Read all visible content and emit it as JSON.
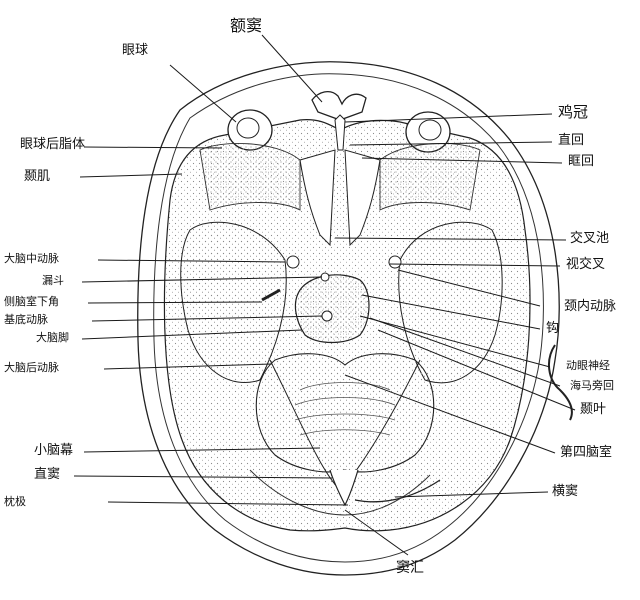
{
  "labels": {
    "frontal_sinus": "额窦",
    "eyeball": "眼球",
    "retrobulbar_fat": "眼球后脂体",
    "temporalis": "颞肌",
    "mca": "大脑中动脉",
    "infundibulum": "漏斗",
    "lateral_ventricle_inferior_horn": "侧脑室下角",
    "basilar_artery": "基底动脉",
    "cerebral_peduncle": "大脑脚",
    "pca": "大脑后动脉",
    "tentorium": "小脑幕",
    "straight_sinus": "直窦",
    "occipital_pole": "枕极",
    "crista_galli": "鸡冠",
    "gyrus_rectus": "直回",
    "orbital_gyrus": "眶回",
    "chiasmatic_cistern": "交叉池",
    "optic_chiasm": "视交叉",
    "internal_carotid": "颈内动脉",
    "uncus": "钩",
    "oculomotor_nerve": "动眼神经",
    "hippocampal_gyrus": "海马旁回",
    "temporal_lobe": "颞叶",
    "fourth_ventricle": "第四脑室",
    "transverse_sinus": "横窦",
    "confluence": "窦汇"
  },
  "colors": {
    "ink": "#1a1a1a",
    "line": "#222222",
    "stipple": "#888888",
    "paper": "#ffffff"
  }
}
